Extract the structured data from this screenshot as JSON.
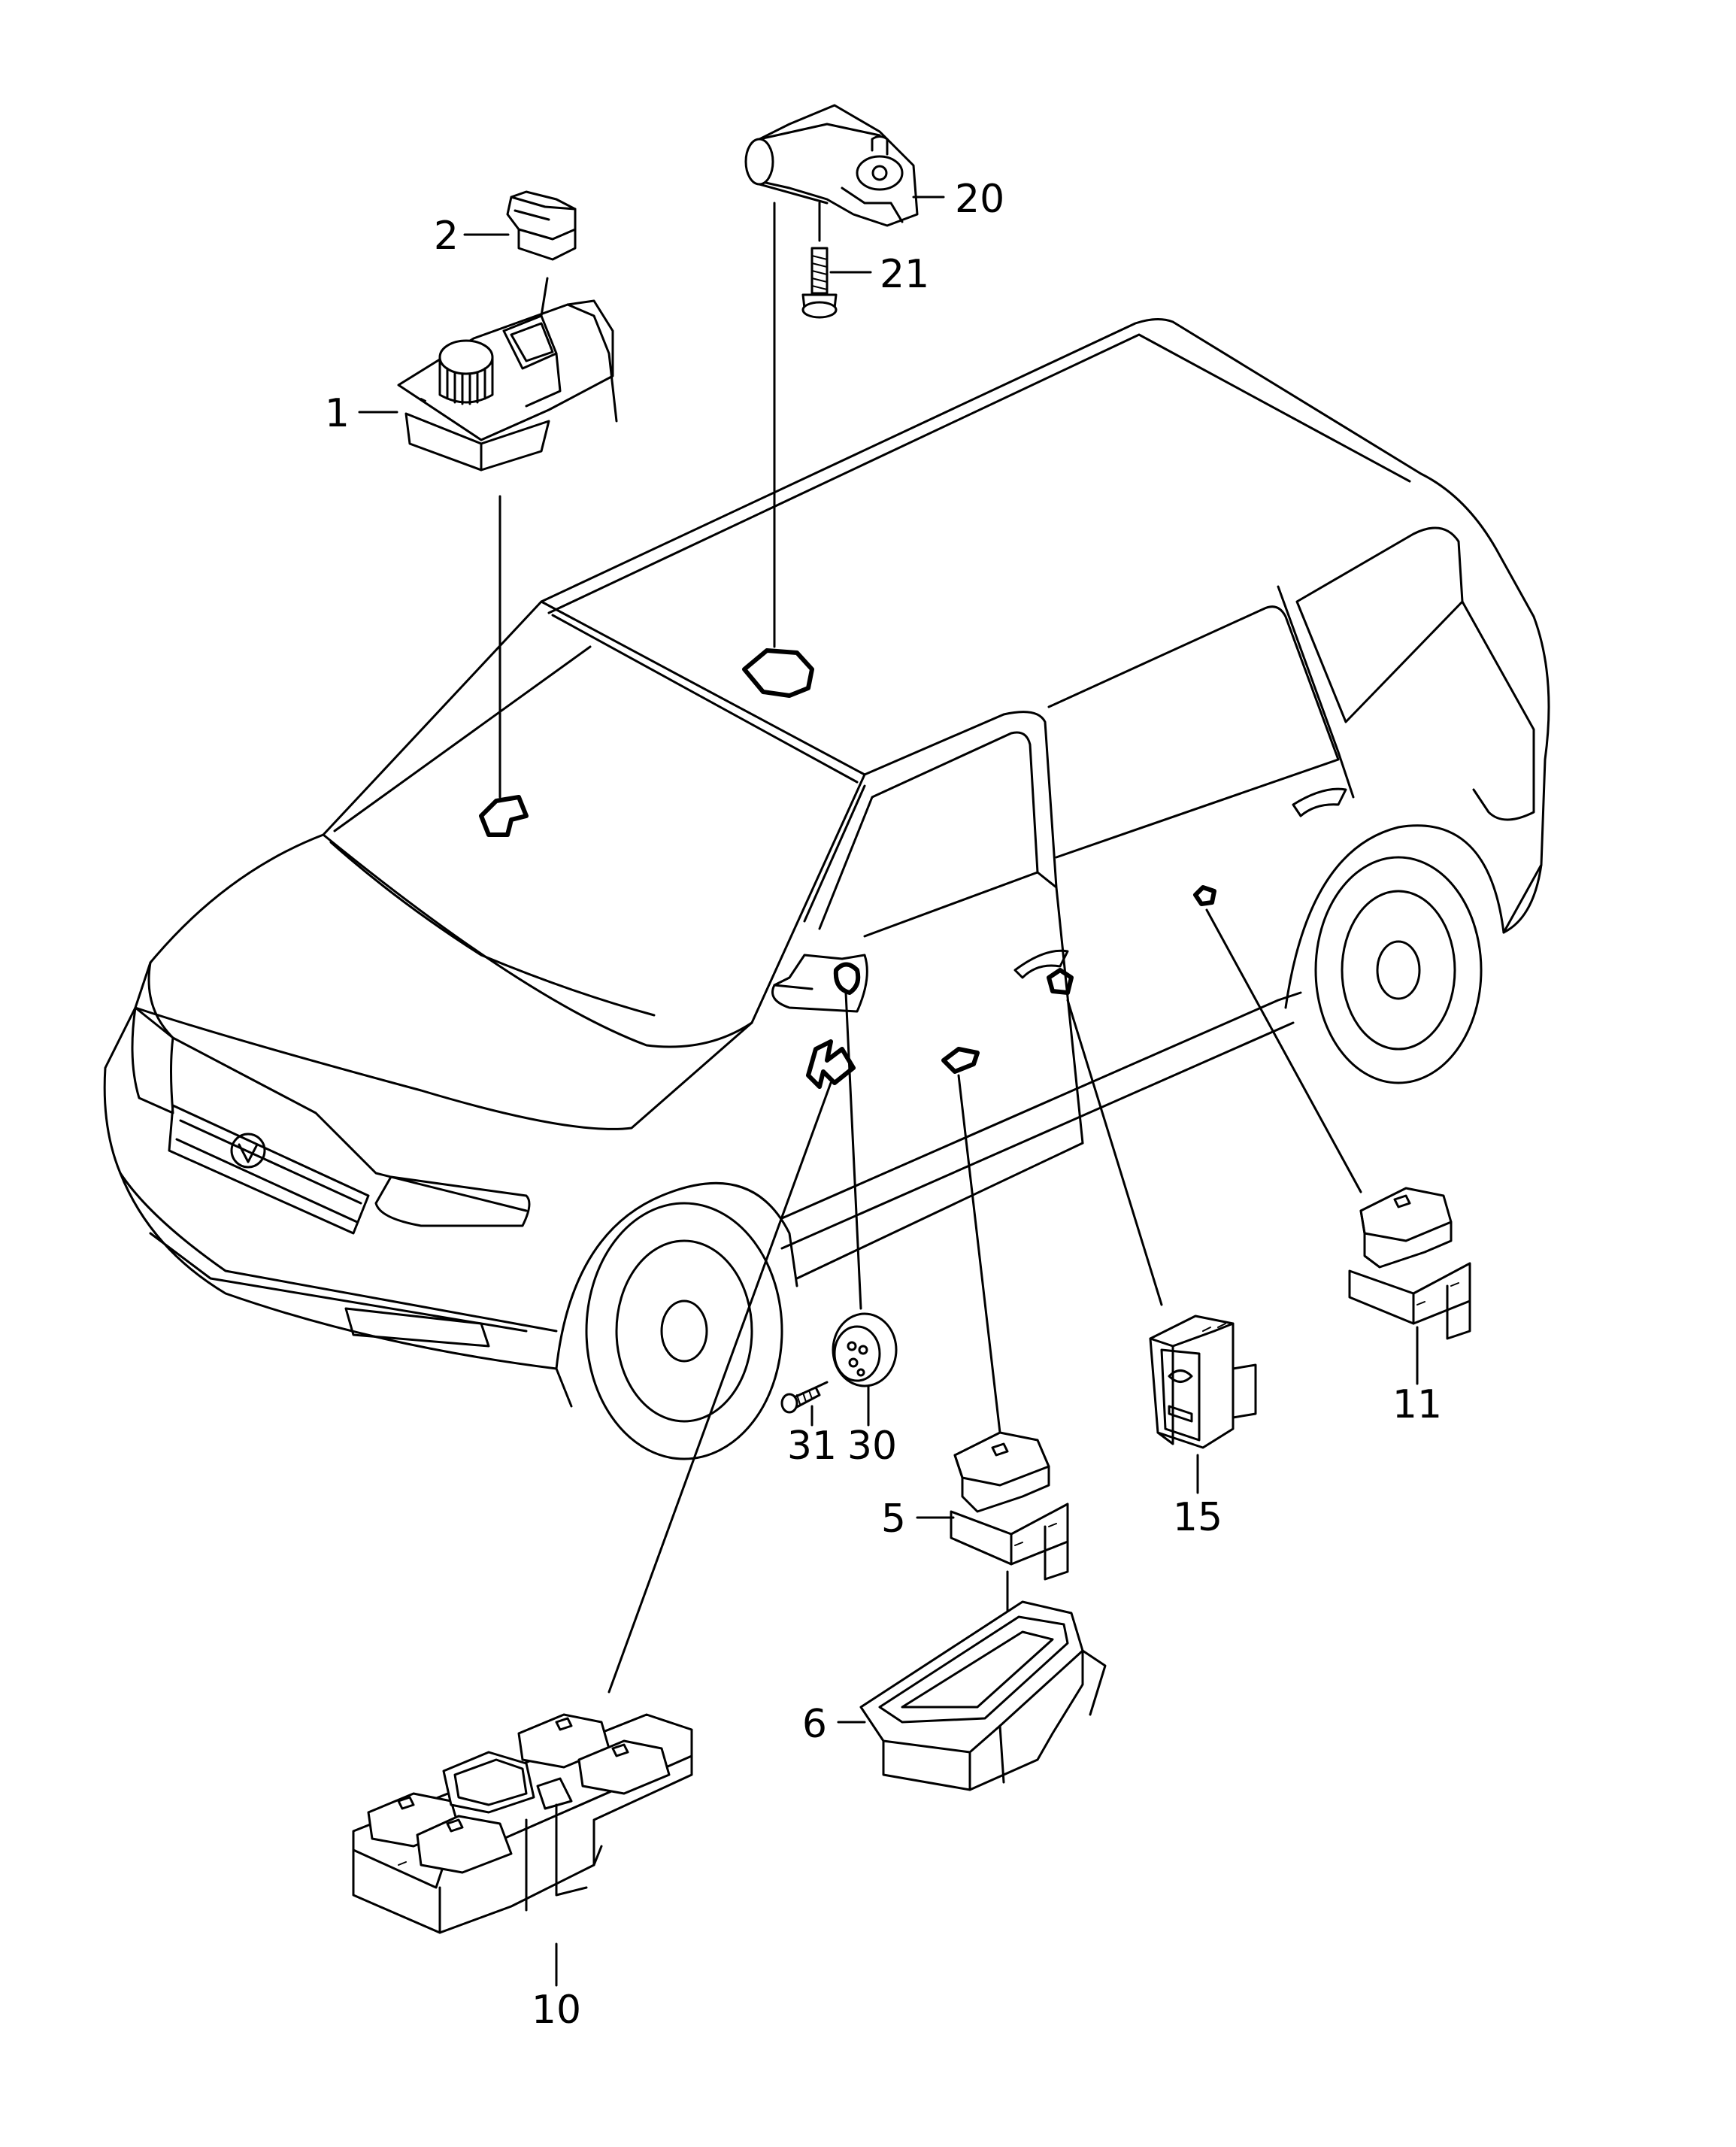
{
  "callouts": {
    "c1": "1",
    "c2": "2",
    "c5": "5",
    "c6": "6",
    "c10": "10",
    "c11": "11",
    "c15": "15",
    "c20": "20",
    "c21": "21",
    "c30": "30",
    "c31": "31"
  },
  "parts": [
    {
      "callout": "1",
      "icon": "mirror-adjust-switch-icon"
    },
    {
      "callout": "2",
      "icon": "switch-cap-icon"
    },
    {
      "callout": "5",
      "icon": "window-switch-icon"
    },
    {
      "callout": "6",
      "icon": "switch-trim-bezel-icon"
    },
    {
      "callout": "10",
      "icon": "driver-window-switch-panel-icon"
    },
    {
      "callout": "11",
      "icon": "rear-window-switch-icon"
    },
    {
      "callout": "15",
      "icon": "child-lock-switch-icon"
    },
    {
      "callout": "20",
      "icon": "sunroof-motor-icon"
    },
    {
      "callout": "21",
      "icon": "bolt-icon"
    },
    {
      "callout": "30",
      "icon": "mirror-connector-icon"
    },
    {
      "callout": "31",
      "icon": "screw-icon"
    }
  ]
}
